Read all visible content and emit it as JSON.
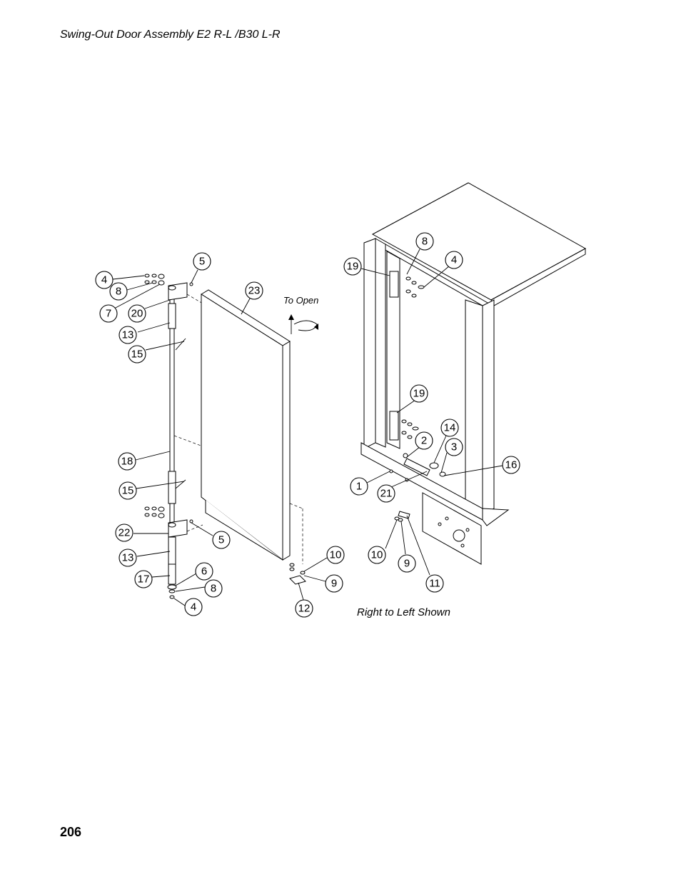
{
  "document": {
    "title": "Swing-Out Door Assembly E2 R-L /B30 L-R",
    "page_number": "206"
  },
  "annotations": {
    "to_open": "To Open",
    "view_note": "Right to Left Shown"
  },
  "callouts": [
    {
      "id": "c-5a",
      "label": "5"
    },
    {
      "id": "c-4a",
      "label": "4"
    },
    {
      "id": "c-8a",
      "label": "8"
    },
    {
      "id": "c-7",
      "label": "7"
    },
    {
      "id": "c-20",
      "label": "20"
    },
    {
      "id": "c-23",
      "label": "23"
    },
    {
      "id": "c-13a",
      "label": "13"
    },
    {
      "id": "c-15a",
      "label": "15"
    },
    {
      "id": "c-18",
      "label": "18"
    },
    {
      "id": "c-15b",
      "label": "15"
    },
    {
      "id": "c-22",
      "label": "22"
    },
    {
      "id": "c-5b",
      "label": "5"
    },
    {
      "id": "c-13b",
      "label": "13"
    },
    {
      "id": "c-6",
      "label": "6"
    },
    {
      "id": "c-17",
      "label": "17"
    },
    {
      "id": "c-8b",
      "label": "8"
    },
    {
      "id": "c-4b",
      "label": "4"
    },
    {
      "id": "c-10a",
      "label": "10"
    },
    {
      "id": "c-9a",
      "label": "9"
    },
    {
      "id": "c-12",
      "label": "12"
    },
    {
      "id": "c-8c",
      "label": "8"
    },
    {
      "id": "c-4c",
      "label": "4"
    },
    {
      "id": "c-19a",
      "label": "19"
    },
    {
      "id": "c-19b",
      "label": "19"
    },
    {
      "id": "c-14",
      "label": "14"
    },
    {
      "id": "c-2",
      "label": "2"
    },
    {
      "id": "c-3",
      "label": "3"
    },
    {
      "id": "c-16",
      "label": "16"
    },
    {
      "id": "c-1",
      "label": "1"
    },
    {
      "id": "c-21",
      "label": "21"
    },
    {
      "id": "c-10b",
      "label": "10"
    },
    {
      "id": "c-9b",
      "label": "9"
    },
    {
      "id": "c-11",
      "label": "11"
    }
  ]
}
